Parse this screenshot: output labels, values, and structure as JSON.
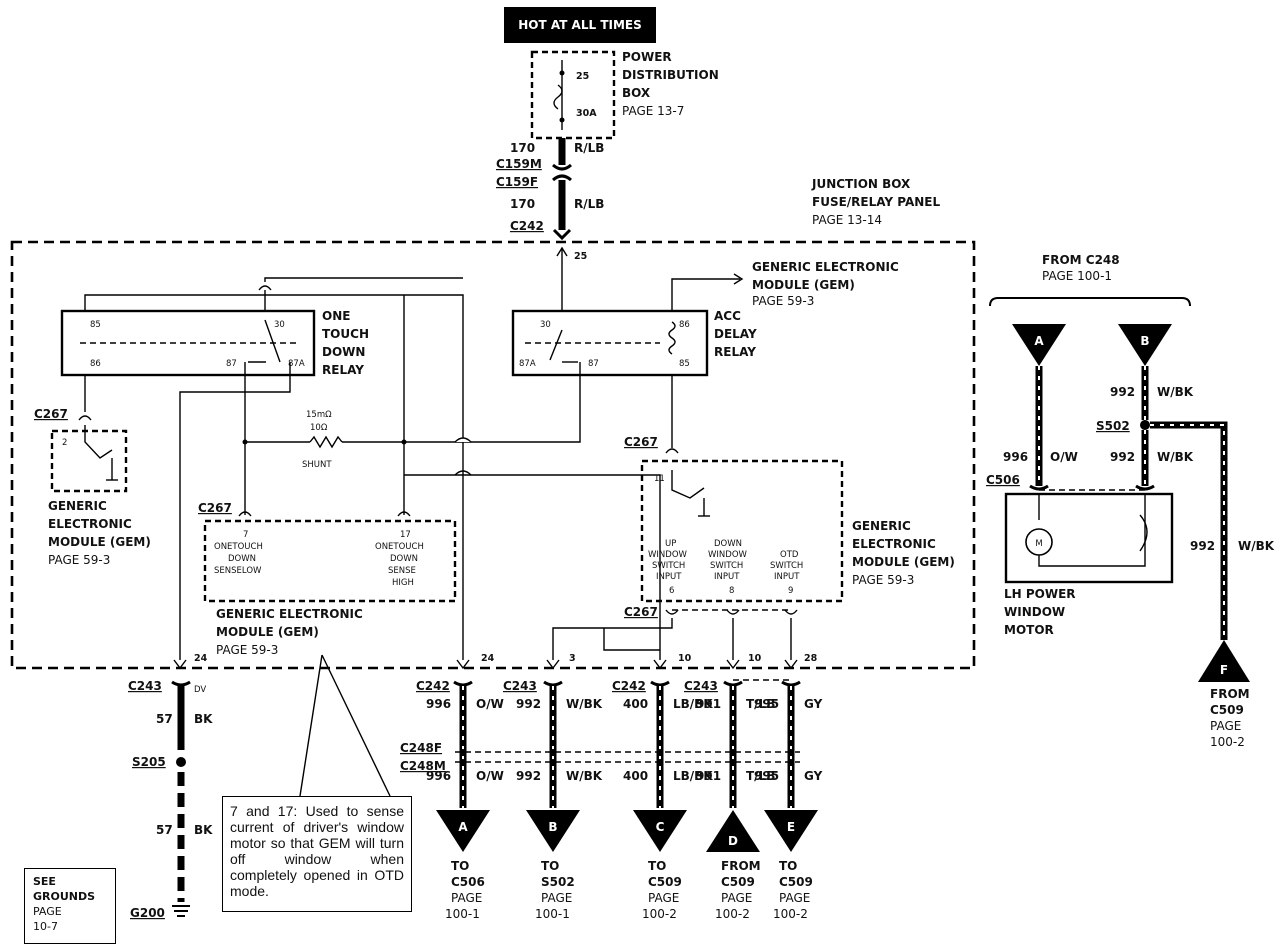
{
  "hot_label": "HOT AT ALL TIMES",
  "pdb": {
    "l1": "POWER",
    "l2": "DISTRIBUTION",
    "l3": "BOX",
    "page": "PAGE 13-7",
    "fuse_no": "25",
    "fuse_amp": "30A"
  },
  "top_wire": {
    "c159m": "C159M",
    "c159f": "C159F",
    "c242": "C242",
    "num": "170",
    "color": "R/LB",
    "num2": "170",
    "color2": "R/LB"
  },
  "junction": {
    "l1": "JUNCTION BOX",
    "l2": "FUSE/RELAY PANEL",
    "page": "PAGE 13-14",
    "pin25": "25"
  },
  "gem_top": {
    "l1": "GENERIC ELECTRONIC",
    "l2": "MODULE (GEM)",
    "page": "PAGE 59-3"
  },
  "otd_relay": {
    "l1": "ONE",
    "l2": "TOUCH",
    "l3": "DOWN",
    "l4": "RELAY",
    "p85": "85",
    "p86": "86",
    "p30": "30",
    "p87": "87",
    "p87a": "87A"
  },
  "acc_relay": {
    "l1": "ACC",
    "l2": "DELAY",
    "l3": "RELAY",
    "p30": "30",
    "p86": "86",
    "p87a": "87A",
    "p87": "87",
    "p85": "85"
  },
  "gem_left": {
    "conn": "C267",
    "pin": "2",
    "l1": "GENERIC",
    "l2": "ELECTRONIC",
    "l3": "MODULE (GEM)",
    "page": "PAGE 59-3"
  },
  "shunt": {
    "v1": "15mΩ",
    "v2": "10Ω",
    "label": "SHUNT"
  },
  "sense": {
    "c1": "C267",
    "c2": "C267",
    "p7": "7",
    "p7a": "ONETOUCH",
    "p7b": "DOWN",
    "p7c": "SENSELOW",
    "p17": "17",
    "p17a": "ONETOUCH",
    "p17b": "DOWN",
    "p17c": "SENSE",
    "p17d": "HIGH",
    "l1": "GENERIC ELECTRONIC",
    "l2": "MODULE (GEM)",
    "page": "PAGE 59-3"
  },
  "gem_right": {
    "conn_top": "C267",
    "conn_bot": "C267",
    "p11": "11",
    "up1": "UP",
    "up2": "WINDOW",
    "up3": "SWITCH",
    "up4": "INPUT",
    "up5": "6",
    "dn1": "DOWN",
    "dn2": "WINDOW",
    "dn3": "SWITCH",
    "dn4": "INPUT",
    "dn5": "8",
    "otd1": "OTD",
    "otd2": "SWITCH",
    "otd3": "INPUT",
    "otd4": "9",
    "l1": "GENERIC",
    "l2": "ELECTRONIC",
    "l3": "MODULE (GEM)",
    "page": "PAGE 59-3"
  },
  "pins": {
    "p24a": "24",
    "p24b": "24",
    "p3": "3",
    "p10a": "10",
    "p10b": "10",
    "p28": "28"
  },
  "bottom_conn": {
    "c243a": "C243",
    "c242a": "C242",
    "c243b": "C243",
    "c242b": "C242",
    "c243c": "C243",
    "c248f": "C248F",
    "c248m": "C248M"
  },
  "ground_wire": {
    "num": "57",
    "color": "BK",
    "num2": "57",
    "color2": "BK",
    "s205": "S205",
    "g200": "G200",
    "dv": "DV"
  },
  "wires": [
    {
      "num": "996",
      "color": "O/W"
    },
    {
      "num": "992",
      "color": "W/BK"
    },
    {
      "num": "400",
      "color": "LB/BK"
    },
    {
      "num": "991",
      "color": "T/LB"
    },
    {
      "num": "995",
      "color": "GY"
    }
  ],
  "arrows": [
    {
      "letter": "A",
      "l1": "TO",
      "l2": "C506",
      "l3": "PAGE",
      "l4": "100-1"
    },
    {
      "letter": "B",
      "l1": "TO",
      "l2": "S502",
      "l3": "PAGE",
      "l4": "100-1"
    },
    {
      "letter": "C",
      "l1": "TO",
      "l2": "C509",
      "l3": "PAGE",
      "l4": "100-2"
    },
    {
      "letter": "D",
      "l1": "FROM",
      "l2": "C509",
      "l3": "PAGE",
      "l4": "100-2"
    },
    {
      "letter": "E",
      "l1": "TO",
      "l2": "C509",
      "l3": "PAGE",
      "l4": "100-2"
    }
  ],
  "right": {
    "from_l1": "FROM C248",
    "from_l2": "PAGE 100-1",
    "a": "A",
    "b": "B",
    "w996": "996",
    "c996": "O/W",
    "w992a": "992",
    "c992a": "W/BK",
    "w992b": "992",
    "c992b": "W/BK",
    "w992c": "992",
    "c992c": "W/BK",
    "s502": "S502",
    "c506": "C506",
    "m": "M",
    "motor1": "LH POWER",
    "motor2": "WINDOW",
    "motor3": "MOTOR",
    "f": "F",
    "f1": "FROM",
    "f2": "C509",
    "f3": "PAGE",
    "f4": "100-2"
  },
  "note": "7 and 17: Used to sense current of driver's window motor so that GEM will turn off window when completely opened in OTD mode.",
  "grounds": {
    "l1": "SEE",
    "l2": "GROUNDS",
    "l3": "PAGE",
    "l4": "10-7"
  }
}
